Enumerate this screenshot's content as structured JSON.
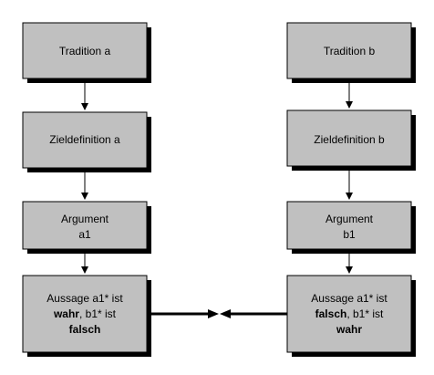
{
  "colors": {
    "box_fill": "#c0c0c0",
    "shadow": "#000000",
    "border": "#000000",
    "arrow": "#000000"
  },
  "left": {
    "box1": "Tradition a",
    "box2": "Zieldefinition a",
    "box3": {
      "line1": "Argument",
      "line2": "a1"
    },
    "box4": {
      "line1": "Aussage a1* ist",
      "line2_bold": "wahr",
      "line2_rest": ", b1* ist",
      "line3_bold": "falsch"
    }
  },
  "right": {
    "box1": "Tradition b",
    "box2": "Zieldefinition b",
    "box3": {
      "line1": "Argument",
      "line2": "b1"
    },
    "box4": {
      "line1": "Aussage a1* ist",
      "line2_bold": "falsch",
      "line2_rest": ", b1* ist",
      "line3_bold": "wahr"
    }
  }
}
